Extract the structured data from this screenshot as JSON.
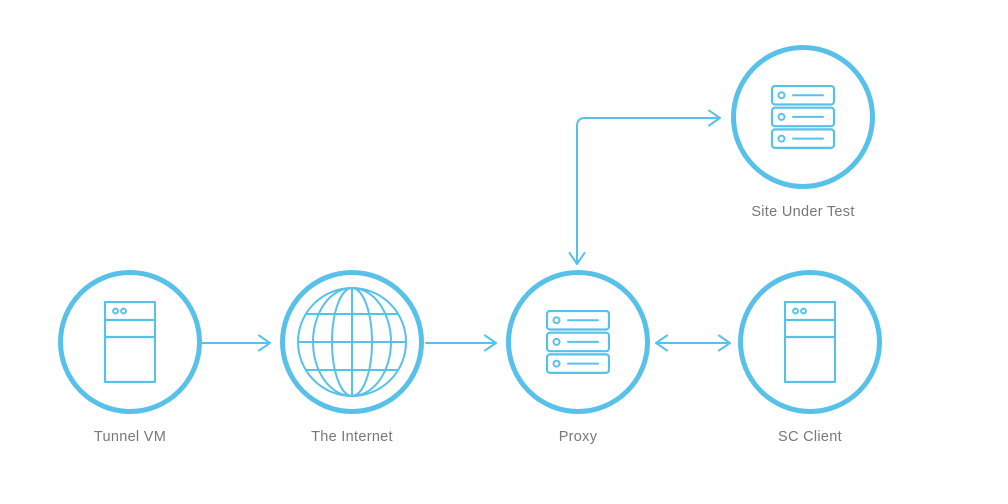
{
  "diagram": {
    "background": "#ffffff",
    "accent_color": "#57C1E9",
    "label_color": "#77787B",
    "nodes": [
      {
        "id": "tunnel-vm",
        "label": "Tunnel VM",
        "icon": "tower-server-icon"
      },
      {
        "id": "the-internet",
        "label": "The Internet",
        "icon": "globe-icon"
      },
      {
        "id": "proxy",
        "label": "Proxy",
        "icon": "server-stack-icon"
      },
      {
        "id": "sc-client",
        "label": "SC Client",
        "icon": "tower-server-icon"
      },
      {
        "id": "site-under-test",
        "label": "Site Under Test",
        "icon": "server-stack-icon"
      }
    ],
    "edges": [
      {
        "from": "tunnel-vm",
        "to": "the-internet",
        "direction": "one-way-right"
      },
      {
        "from": "the-internet",
        "to": "proxy",
        "direction": "one-way-right"
      },
      {
        "from": "proxy",
        "to": "sc-client",
        "direction": "two-way"
      },
      {
        "from": "proxy",
        "to": "site-under-test",
        "direction": "two-way-elbow"
      }
    ]
  }
}
